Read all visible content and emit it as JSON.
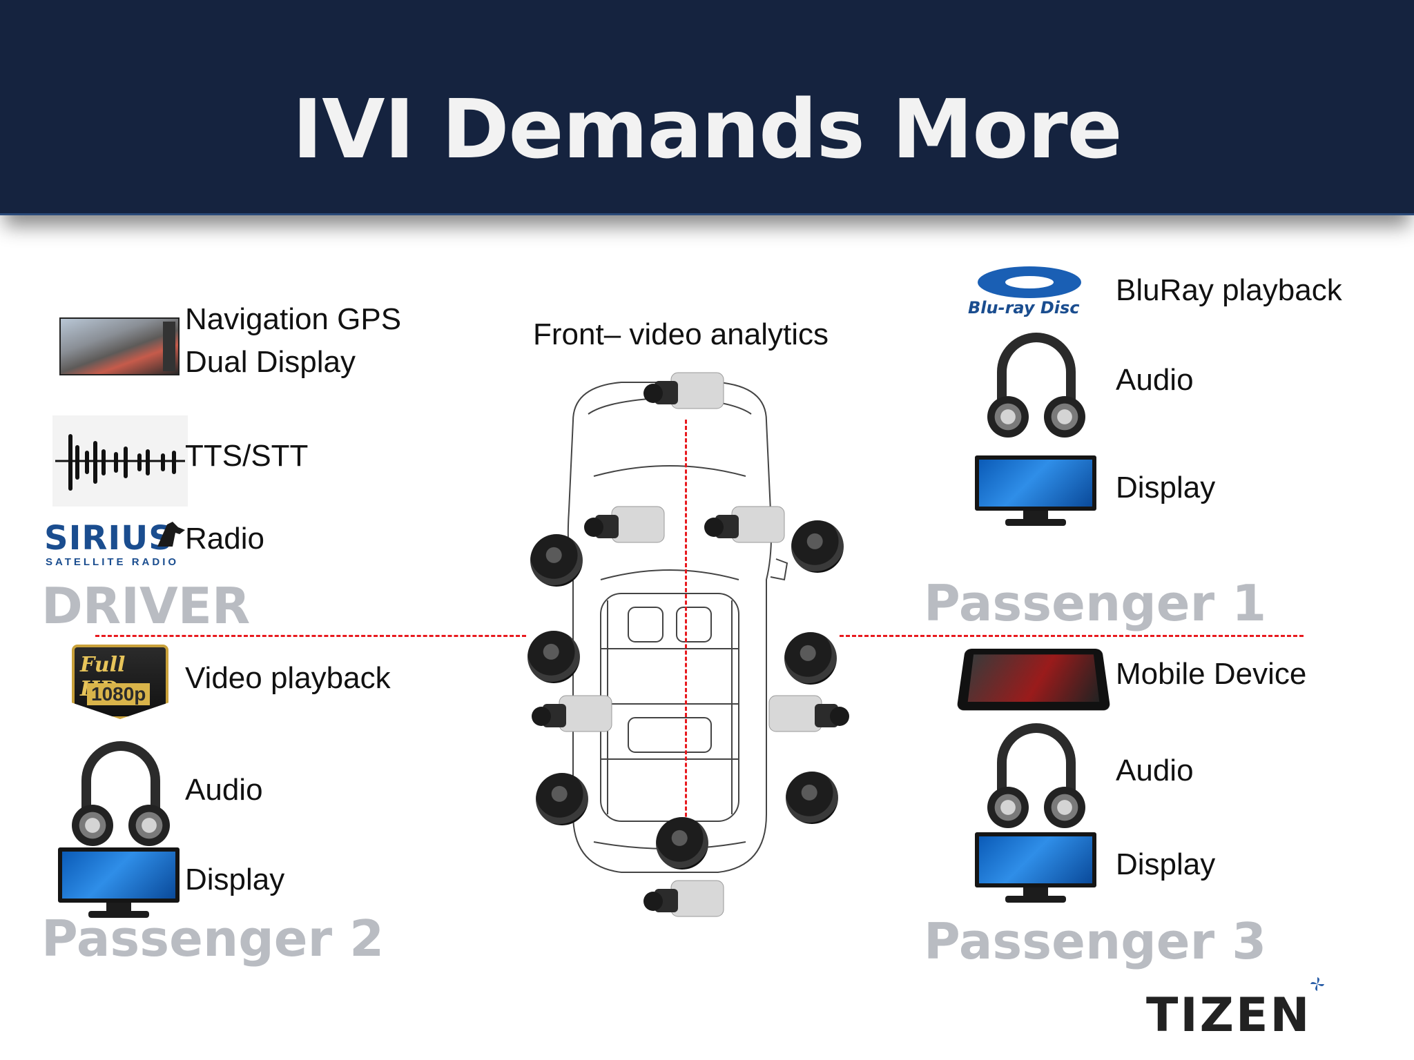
{
  "title": "IVI Demands More",
  "driver": {
    "zone_label": "DRIVER",
    "items": [
      {
        "label_lines": [
          "Navigation GPS",
          "Dual Display"
        ]
      },
      {
        "label": "TTS/STT"
      },
      {
        "label": "Radio"
      }
    ],
    "sirius_logo": {
      "word": "SIRIUS",
      "sub": "SATELLITE RADIO"
    }
  },
  "front": {
    "label": "Front– video analytics"
  },
  "passenger1": {
    "zone_label": "Passenger 1",
    "items": [
      "BluRay playback",
      "Audio",
      "Display"
    ],
    "bluray_logo": {
      "word": "Blu-ray Disc"
    }
  },
  "passenger2": {
    "zone_label": "Passenger 2",
    "items": [
      "Video playback",
      "Audio",
      "Display"
    ],
    "fullhd_badge": {
      "line1": "Full HD",
      "line2": "1080p"
    }
  },
  "passenger3": {
    "zone_label": "Passenger 3",
    "items": [
      "Mobile Device",
      "Audio",
      "Display"
    ]
  },
  "brand": {
    "name": "TIZEN"
  },
  "colors": {
    "banner": "#15233f",
    "divider": "#e8191e",
    "zone_label": "#b9bcc2"
  }
}
